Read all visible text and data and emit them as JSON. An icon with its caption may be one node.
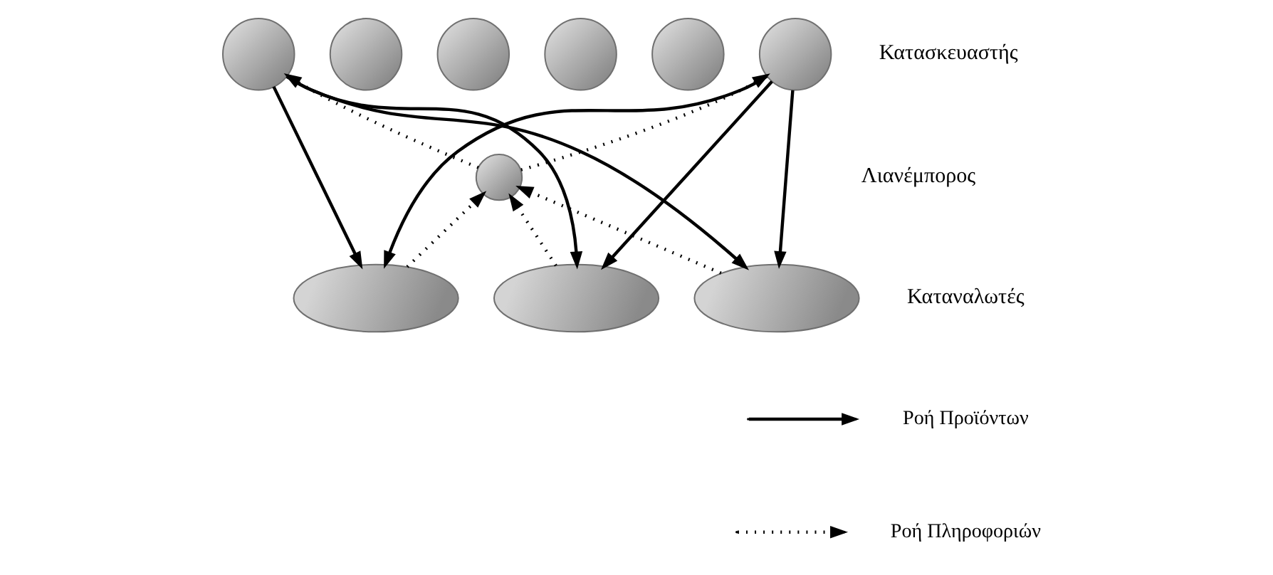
{
  "diagram": {
    "nodes": [
      {
        "text": [],
        "shape": "circle"
      },
      {
        "text": [],
        "shape": "circle"
      },
      {
        "text": [],
        "shape": "circle"
      },
      {
        "text": [],
        "shape": "circle"
      },
      {
        "text": [],
        "shape": "circle"
      },
      {
        "text": [],
        "shape": "circle"
      },
      {
        "text": [],
        "shape": "circle"
      },
      {
        "text": [],
        "shape": "ellipse"
      },
      {
        "text": [],
        "shape": "ellipse"
      },
      {
        "text": [],
        "shape": "ellipse"
      }
    ],
    "edges": [
      {
        "from": 0,
        "to": 7,
        "arrow": "to"
      },
      {
        "from": 0,
        "to": 8,
        "arrow": "to"
      },
      {
        "from": 0,
        "to": 9,
        "arrow": "to"
      },
      {
        "from": 5,
        "to": 7,
        "arrow": "to"
      },
      {
        "from": 5,
        "to": 8,
        "arrow": "to"
      },
      {
        "from": 5,
        "to": 9,
        "arrow": "to"
      },
      {
        "from": 6,
        "to": 0,
        "arrow": "to",
        "style": "dashed"
      },
      {
        "from": 6,
        "to": 5,
        "arrow": "to",
        "style": "dashed"
      },
      {
        "from": 7,
        "to": 6,
        "arrow": "to",
        "style": "dashed"
      },
      {
        "from": 8,
        "to": 6,
        "arrow": "to",
        "style": "dashed"
      },
      {
        "from": 9,
        "to": 6,
        "arrow": "to",
        "style": "dashed"
      }
    ],
    "labels": [
      "Κατασκευαστής",
      "Λιανέμπορος",
      "Καταναλωτές"
    ],
    "legend": [
      {
        "text": "Ροή Προϊόντων"
      },
      {
        "text": "Ροή Πληροφοριών"
      }
    ]
  }
}
